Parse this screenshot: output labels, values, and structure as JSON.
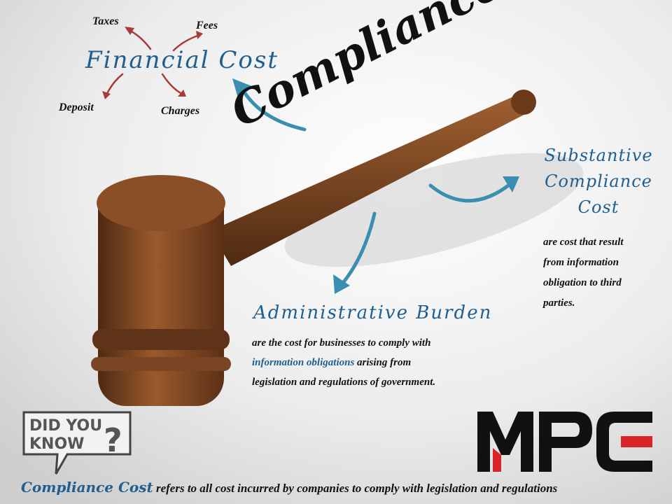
{
  "main_title": "Compliance Cost",
  "financial": {
    "title": "Financial Cost",
    "items": [
      "Taxes",
      "Fees",
      "Deposit",
      "Charges"
    ]
  },
  "substantive": {
    "title_lines": [
      "Substantive",
      "Compliance",
      "Cost"
    ],
    "desc_lines": [
      "are cost that result",
      "from information",
      "obligation to third",
      "parties."
    ]
  },
  "admin": {
    "title": "Administrative Burden",
    "desc_line1": "are the cost for businesses to comply with",
    "desc_link": "information obligations",
    "desc_line2_rest": " arising from",
    "desc_line3": "legislation and regulations of government."
  },
  "badge": {
    "line1": "DID YOU",
    "line2": "KNOW",
    "mark": "?"
  },
  "logo": {
    "text": "MPC"
  },
  "footer": {
    "term": "Compliance Cost",
    "rest": " refers to all cost incurred by companies to comply with legislation and regulations"
  },
  "colors": {
    "accent": "#1f5f8f",
    "arrow": "#3a8fb0",
    "small_arrow": "#a83a3a",
    "logo_red": "#d9252a",
    "gavel": "#7a4522"
  }
}
